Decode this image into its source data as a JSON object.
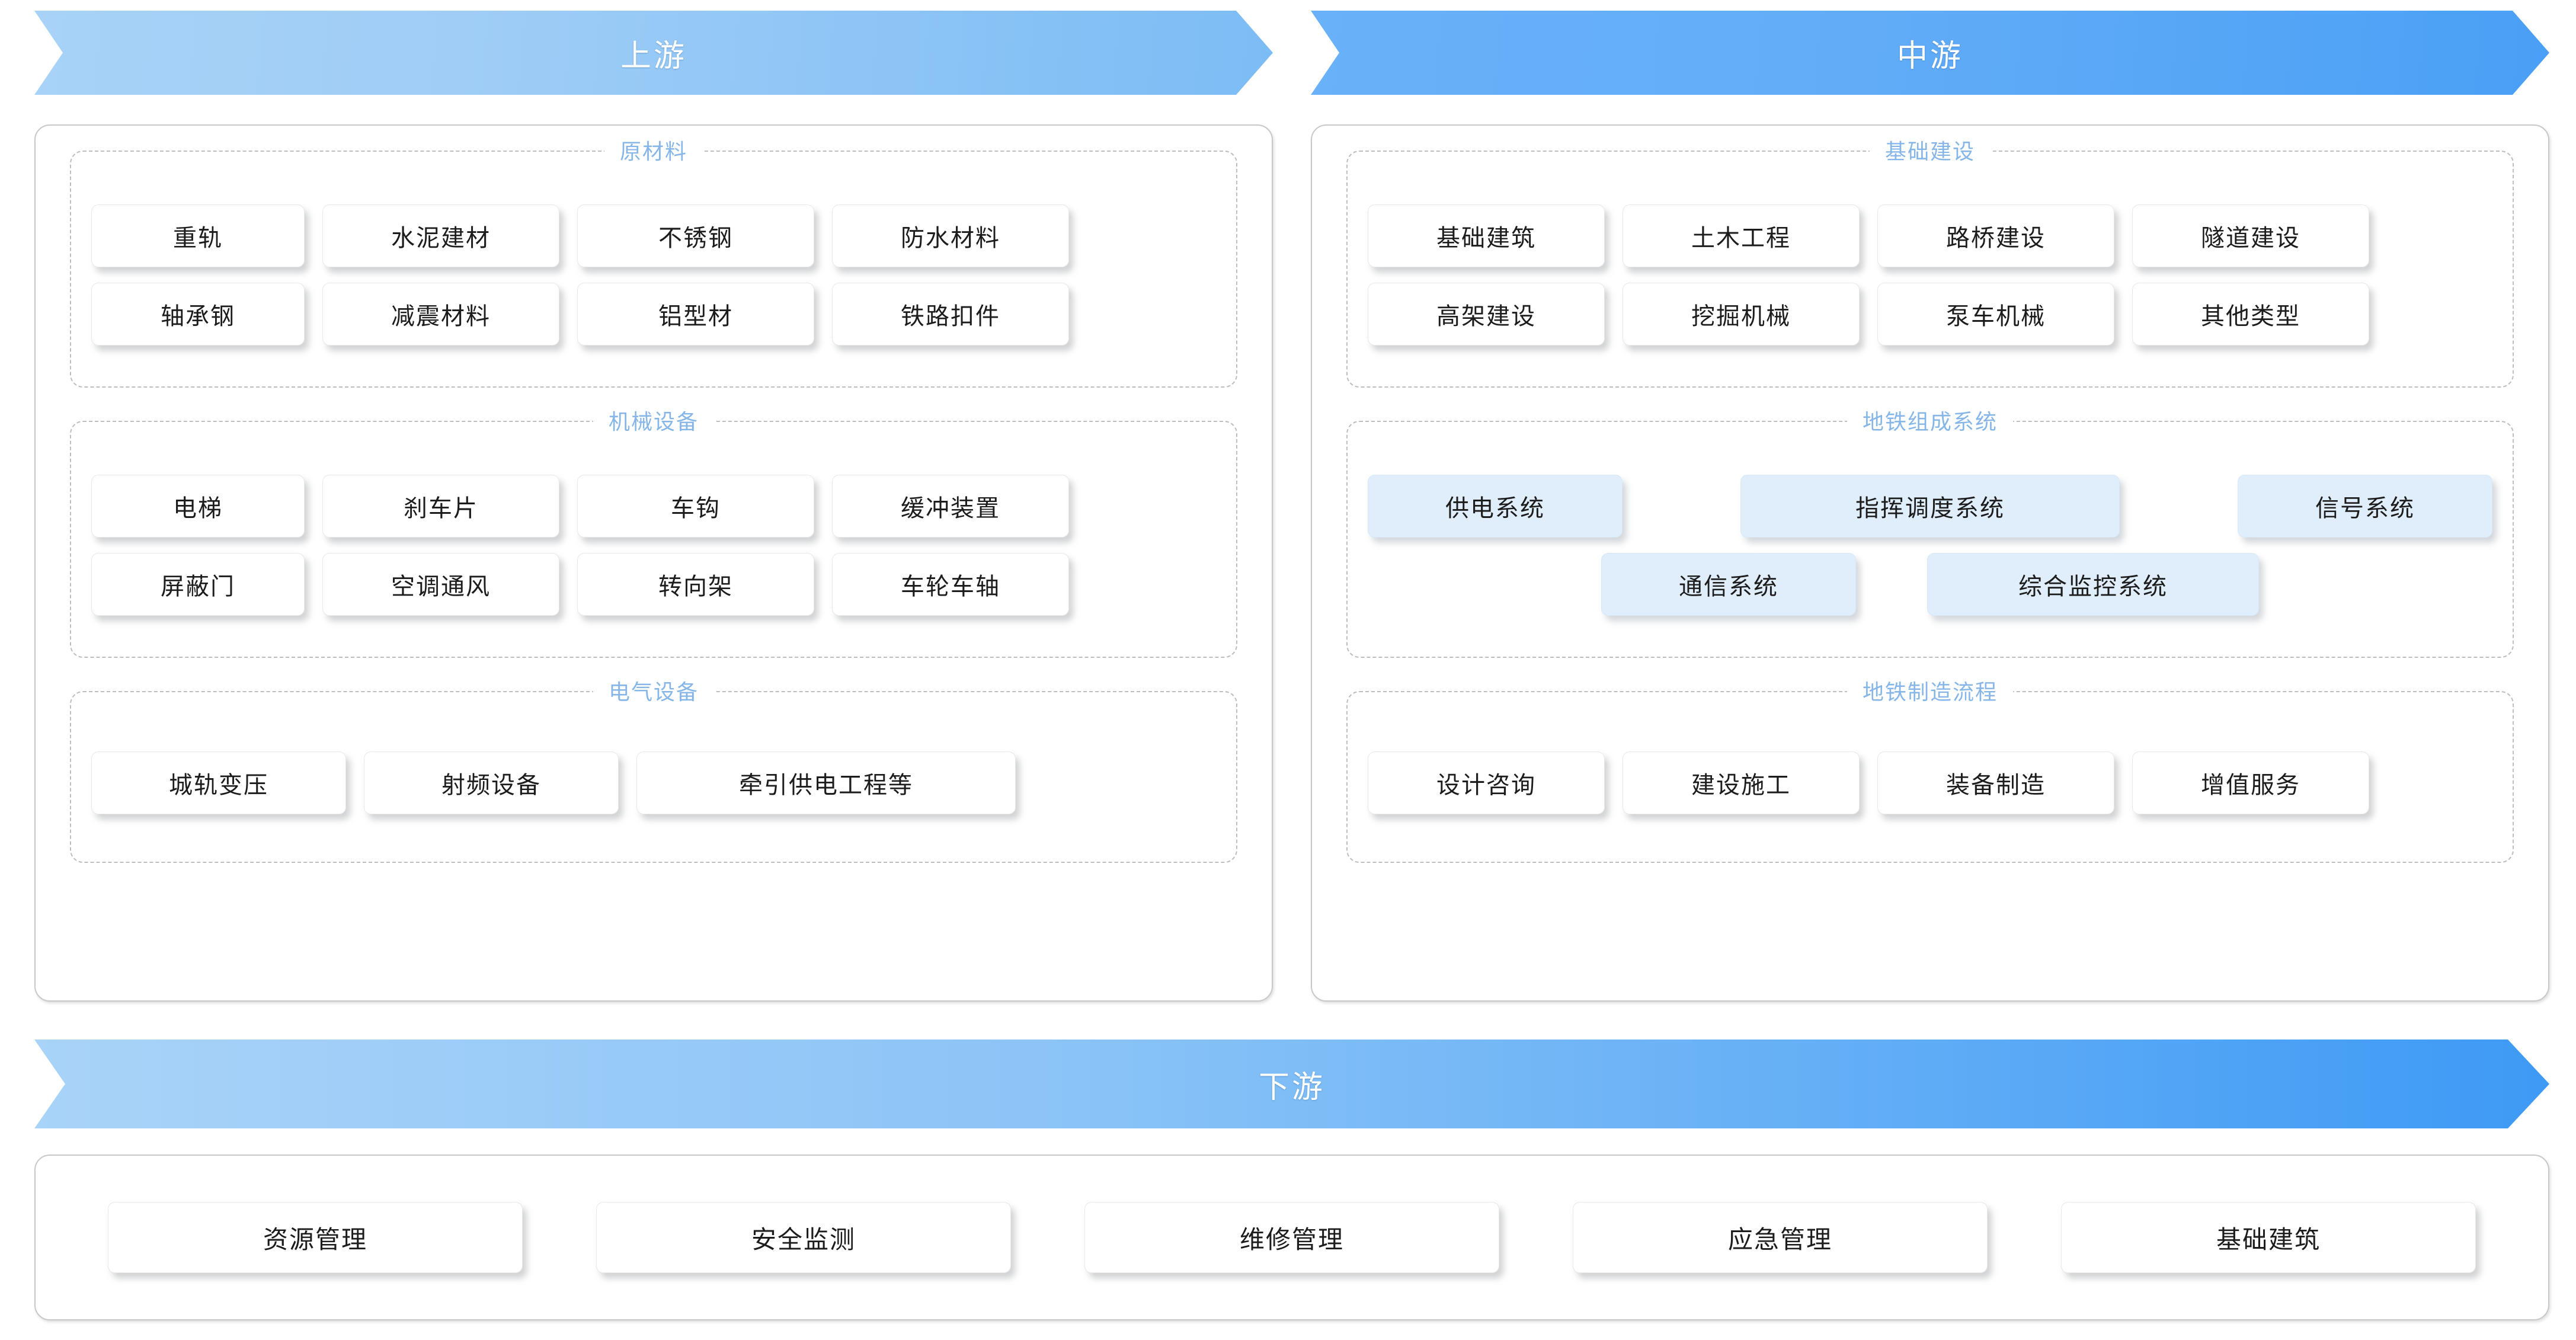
{
  "banners": {
    "upstream": "上游",
    "midstream": "中游",
    "downstream": "下游"
  },
  "colors": {
    "upstream_banner": "#9fcdf6",
    "midstream_banner": "#62acf7",
    "downstream_banner": "#8cc4f7",
    "group_title": "#86b6e8",
    "chip_white": "#ffffff",
    "chip_blue": "#e0eefb",
    "panel_border": "#c8c8c8",
    "group_border": "#bdbdbd"
  },
  "upstream": {
    "groups": [
      {
        "title": "原材料",
        "rows": [
          [
            {
              "label": "重轨",
              "w": "w1"
            },
            {
              "label": "水泥建材",
              "w": "w2"
            },
            {
              "label": "不锈钢",
              "w": "w2"
            },
            {
              "label": "防水材料",
              "w": "w2"
            }
          ],
          [
            {
              "label": "轴承钢",
              "w": "w1"
            },
            {
              "label": "减震材料",
              "w": "w2"
            },
            {
              "label": "铝型材",
              "w": "w2"
            },
            {
              "label": "铁路扣件",
              "w": "w2"
            }
          ]
        ]
      },
      {
        "title": "机械设备",
        "rows": [
          [
            {
              "label": "电梯",
              "w": "w1"
            },
            {
              "label": "刹车片",
              "w": "w2"
            },
            {
              "label": "车钩",
              "w": "w2"
            },
            {
              "label": "缓冲装置",
              "w": "w2"
            }
          ],
          [
            {
              "label": "屏蔽门",
              "w": "w1"
            },
            {
              "label": "空调通风",
              "w": "w2"
            },
            {
              "label": "转向架",
              "w": "w2"
            },
            {
              "label": "车轮车轴",
              "w": "w2"
            }
          ]
        ]
      },
      {
        "title": "电气设备",
        "rows": [
          [
            {
              "label": "城轨变压",
              "w": "w3"
            },
            {
              "label": "射频设备",
              "w": "w3"
            },
            {
              "label": "牵引供电工程等",
              "w": "w5"
            }
          ]
        ]
      }
    ]
  },
  "midstream": {
    "groups": [
      {
        "title": "基础建设",
        "rows": [
          [
            {
              "label": "基础建筑",
              "w": "w2"
            },
            {
              "label": "土木工程",
              "w": "w2"
            },
            {
              "label": "路桥建设",
              "w": "w2"
            },
            {
              "label": "隧道建设",
              "w": "w2"
            }
          ],
          [
            {
              "label": "高架建设",
              "w": "w2"
            },
            {
              "label": "挖掘机械",
              "w": "w2"
            },
            {
              "label": "泵车机械",
              "w": "w2"
            },
            {
              "label": "其他类型",
              "w": "w2"
            }
          ]
        ]
      },
      {
        "title": "地铁组成系统",
        "rows": [
          [
            {
              "label": "供电系统",
              "w": "w3",
              "blue": true
            },
            {
              "label": "指挥调度系统",
              "w": "w5",
              "blue": true
            },
            {
              "label": "信号系统",
              "w": "w3",
              "blue": true
            }
          ],
          [
            {
              "label": "通信系统",
              "w": "w3",
              "blue": true
            },
            {
              "label": "综合监控系统",
              "w": "w4",
              "blue": true
            }
          ]
        ]
      },
      {
        "title": "地铁制造流程",
        "rows": [
          [
            {
              "label": "设计咨询",
              "w": "w2"
            },
            {
              "label": "建设施工",
              "w": "w2"
            },
            {
              "label": "装备制造",
              "w": "w2"
            },
            {
              "label": "增值服务",
              "w": "w2"
            }
          ]
        ]
      }
    ]
  },
  "downstream": {
    "items": [
      {
        "label": "资源管理"
      },
      {
        "label": "安全监测"
      },
      {
        "label": "维修管理"
      },
      {
        "label": "应急管理"
      },
      {
        "label": "基础建筑"
      }
    ]
  }
}
